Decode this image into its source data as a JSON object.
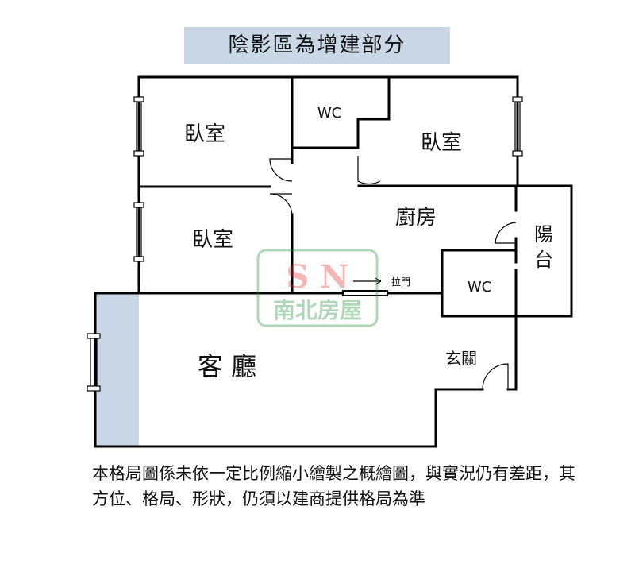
{
  "banner": "陰影區為增建部分",
  "rooms": {
    "bedroom_1": "臥室",
    "bedroom_2": "臥室",
    "bedroom_3": "臥室",
    "wc_1": "WC",
    "wc_2": "WC",
    "kitchen": "廚房",
    "balcony_1": "陽",
    "balcony_2": "台",
    "living_room": "客 廳",
    "entrance": "玄關",
    "sliding_door": "拉門"
  },
  "watermark": {
    "letters": "S N",
    "brand": "南北房屋"
  },
  "disclaimer": "本格局圖係未依一定比例縮小繪製之概繪圖，與實況仍有差距，其方位、格局、形狀，仍須以建商提供格局為準",
  "colors": {
    "annex_shade": "#c9d7e7",
    "wall": "#000000",
    "watermark": "#1f8f3a"
  }
}
